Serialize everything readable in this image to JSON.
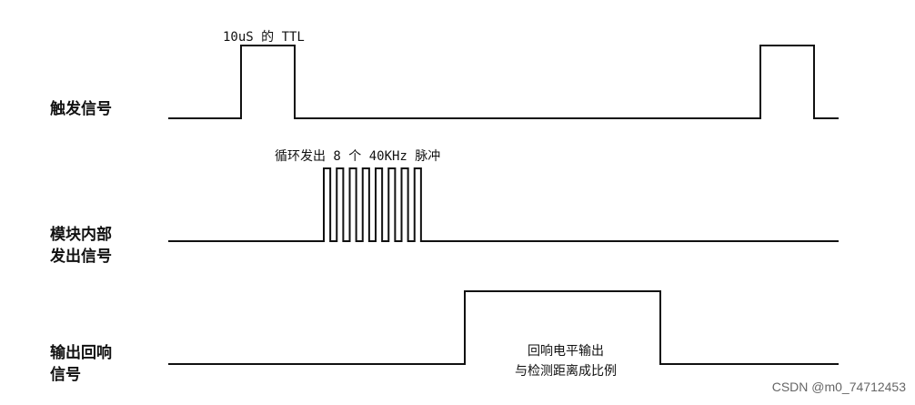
{
  "signals": [
    {
      "label_lines": [
        "触发信号"
      ]
    },
    {
      "label_lines": [
        "模块内部",
        "发出信号"
      ]
    },
    {
      "label_lines": [
        "输出回响",
        "信号"
      ]
    }
  ],
  "annotations": {
    "trigger": "10uS 的 TTL",
    "burst": "循环发出 8 个 40KHz 脉冲",
    "echo_line1": "回响电平输出",
    "echo_line2": "与检测距离成比例"
  },
  "burst_pulse_count": 8,
  "watermark": "CSDN @m0_74712453"
}
